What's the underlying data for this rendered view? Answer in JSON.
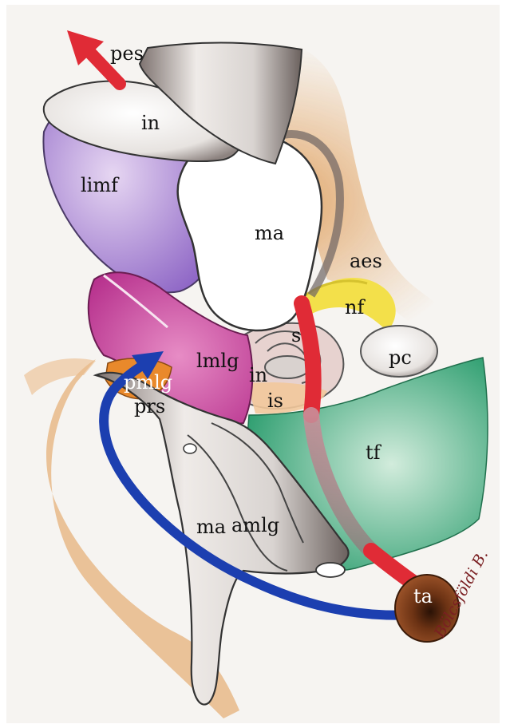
{
  "labels": {
    "pes": "pes",
    "in_top": "in",
    "limf": "limf",
    "ma_top": "ma",
    "aes": "aes",
    "nf": "nf",
    "s": "s",
    "pc": "pc",
    "lmlg": "lmlg",
    "in_mid": "in",
    "is": "is",
    "pmlg": "pmlg",
    "prs": "prs",
    "tf": "tf",
    "ma_bottom": "ma",
    "amlg": "amlg",
    "ta": "ta"
  },
  "signature": "Bölcsföldi B.",
  "colors": {
    "paper": "#f6f4f1",
    "bone": "#dcd8d5",
    "bone_dark": "#6d6462",
    "purple": "#a57fd0",
    "magenta": "#d24fa8",
    "yellow": "#f3e04a",
    "orange": "#e9892b",
    "green": "#3fa67a",
    "red": "#e02b36",
    "blue": "#1c3fb0",
    "brown": "#7a3d1e"
  }
}
